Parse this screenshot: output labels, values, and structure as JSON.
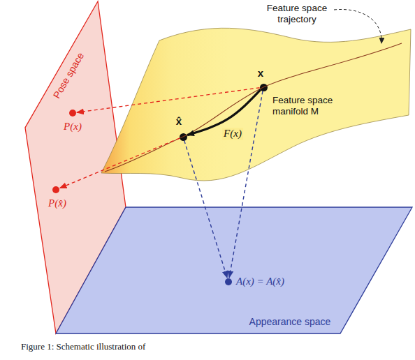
{
  "diagram": {
    "caption": "Figure 1: Schematic illustration of",
    "nodes": [
      {
        "text": [
          "Pose space"
        ]
      },
      {
        "text": [
          "P(x)"
        ],
        "in": 0
      },
      {
        "text": [
          "P(x̂)"
        ],
        "in": 0
      },
      {
        "text": [
          "Appearance space"
        ]
      },
      {
        "text": [
          "A(x) = A(x̂)"
        ],
        "in": 3
      },
      {
        "text": [
          "Feature space manifold M"
        ]
      },
      {
        "text": [
          "x"
        ],
        "in": 5
      },
      {
        "text": [
          "x̂"
        ],
        "in": 5
      }
    ],
    "edges": [
      {
        "from": 6,
        "to": 7,
        "label": "F(x)",
        "arrow": "to"
      },
      {
        "from": 6,
        "to": 1,
        "arrow": "to"
      },
      {
        "from": 7,
        "to": 2,
        "arrow": "to"
      },
      {
        "from": 6,
        "to": 4,
        "arrow": "to"
      },
      {
        "from": 7,
        "to": 4,
        "arrow": "to"
      }
    ],
    "labels": [
      "Feature space trajectory"
    ]
  }
}
